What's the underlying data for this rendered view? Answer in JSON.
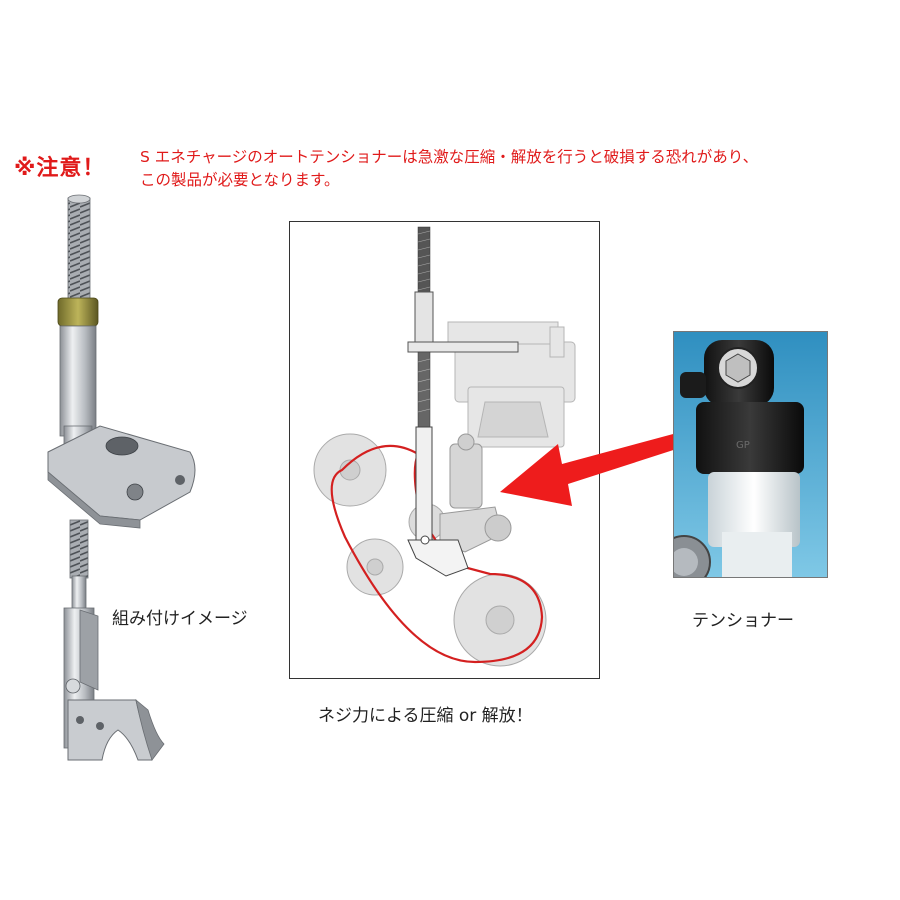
{
  "warning": {
    "label": "※注意！",
    "text_line1": "S エネチャージのオートテンショナーは急激な圧縮・解放を行うと破損する恐れがあり、",
    "text_line2": "この製品が必要となります。"
  },
  "captions": {
    "assembly": "組み付けイメージ",
    "screw": "ネジ力による圧縮 or 解放！",
    "tensioner": "テンショナー"
  },
  "colors": {
    "warning": "#e01a1a",
    "belt": "#d42020",
    "arrow": "#ee1c1c",
    "photo_bg": "#4fb0d8"
  },
  "icons": {
    "arrow": "right-to-left-arrow-icon"
  }
}
